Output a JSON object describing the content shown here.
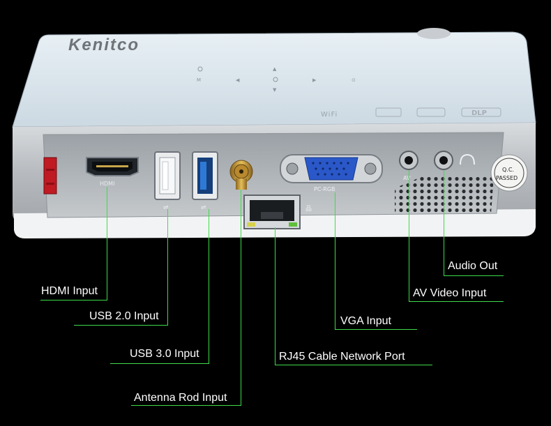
{
  "brand": "Kenitco",
  "badges": {
    "wifi": "WiFi",
    "dlp": "DLP"
  },
  "ports": {
    "hdmi_text": "HDMI",
    "vga_text": "PC-RGB",
    "av_text": "AV"
  },
  "qc_sticker": {
    "line1": "Q.C.",
    "line2": "PASSED"
  },
  "callouts": {
    "audio_out": "Audio Out",
    "av_video_input": "AV Video Input",
    "hdmi_input": "HDMI Input",
    "usb2_input": "USB 2.0 Input",
    "vga_input": "VGA Input",
    "usb3_input": "USB 3.0 Input",
    "rj45_port": "RJ45 Cable Network Port",
    "antenna_input": "Antenna Rod Input"
  },
  "colors": {
    "background": "#000000",
    "leader_line": "#3fdc4a",
    "top_panel": "#dde8ef",
    "body_silver": "#bfc3c7",
    "usb3_blue": "#2f79d6",
    "vga_blue": "#2a58c8",
    "antenna_gold": "#c99a3a"
  }
}
